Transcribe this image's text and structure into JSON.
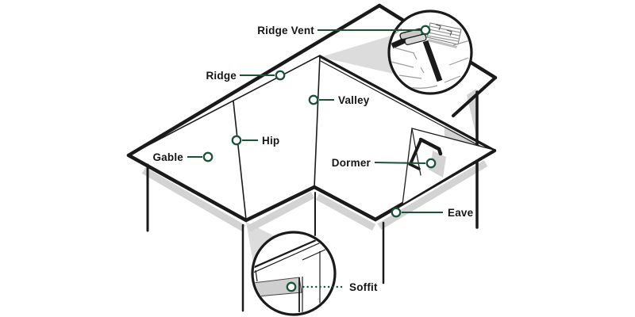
{
  "labels": {
    "ridge_vent": "Ridge Vent",
    "ridge": "Ridge",
    "valley": "Valley",
    "hip": "Hip",
    "gable": "Gable",
    "dormer": "Dormer",
    "eave": "Eave",
    "soffit": "Soffit"
  },
  "icons": {
    "marker": "ring-marker",
    "ridge_vent_callout": "magnifier-circle",
    "soffit_callout": "magnifier-circle"
  },
  "colors": {
    "accent_green": "#1a5336",
    "line_black": "#1a1a1a",
    "label_text": "#151515",
    "shade_gray": "#d3d3d3",
    "cone_gray": "#dcdcdc",
    "background": "#ffffff"
  }
}
